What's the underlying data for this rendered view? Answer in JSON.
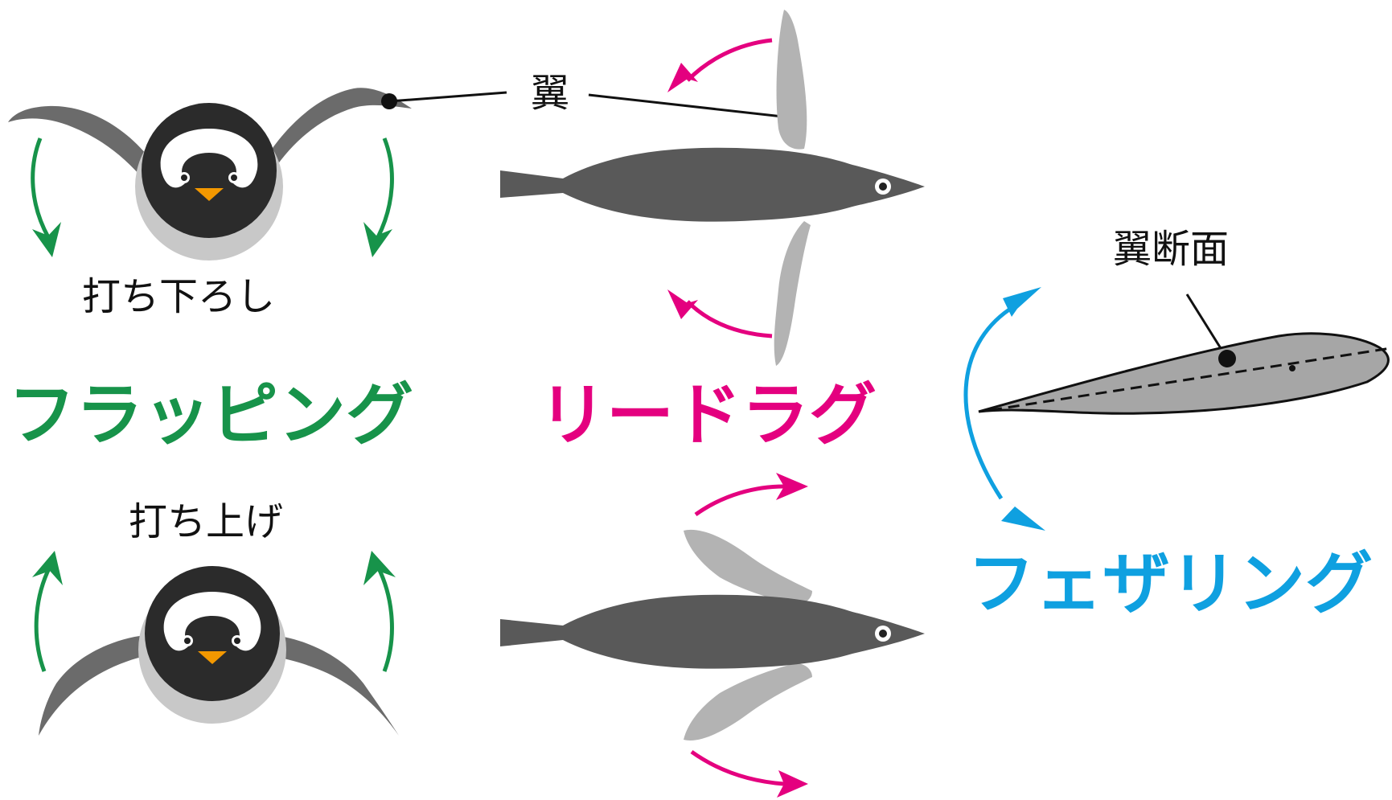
{
  "labels": {
    "wing": "翼",
    "wing_section": "翼断面",
    "downstroke": "打ち下ろし",
    "upstroke": "打ち上げ",
    "flapping": "フラッピング",
    "lead_lag": "リードラグ",
    "feathering": "フェザリング"
  },
  "colors": {
    "flapping": "#17934a",
    "lead_lag": "#e4007f",
    "feathering": "#0fa0e0",
    "body_dark": "#595959",
    "wing_dark": "#6b6b6b",
    "wing_light": "#b3b3b3",
    "head_black": "#2b2b2b",
    "belly_gray": "#c8c8c8",
    "beak": "#f39800",
    "airfoil": "#a6a6a6"
  },
  "icons": {
    "penguin_front_down": "penguin-front-wings-up-icon",
    "penguin_front_up": "penguin-front-wings-down-icon",
    "penguin_top_leadlag": "penguin-top-view-icon",
    "penguin_top_feather": "penguin-top-view-swept-icon",
    "airfoil": "airfoil-cross-section-icon"
  }
}
